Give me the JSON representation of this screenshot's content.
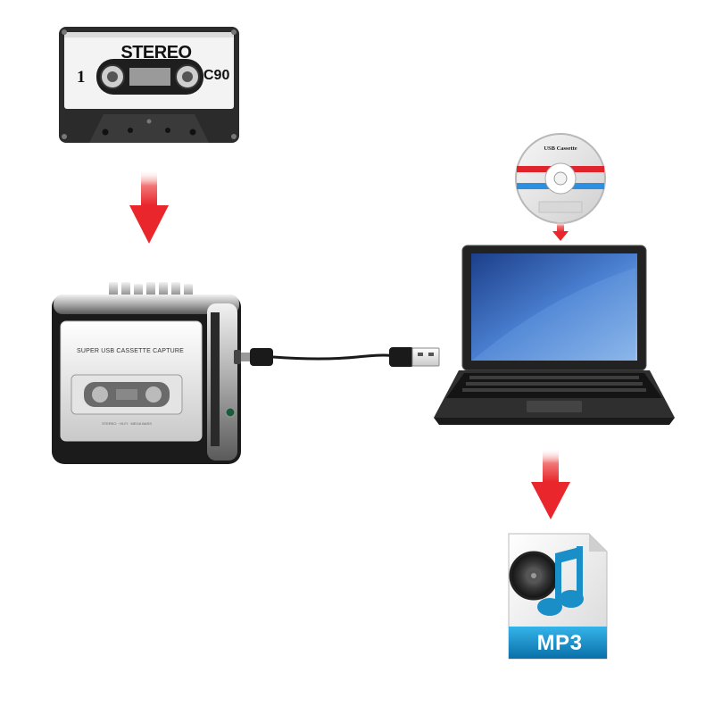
{
  "cassette": {
    "brand_label": "STEREO",
    "side": "1",
    "type": "C90"
  },
  "player": {
    "caption": "SUPER USB CASSETTE CAPTURE"
  },
  "cd": {
    "label": "USB Cassette"
  },
  "output": {
    "format_label": "MP3"
  },
  "colors": {
    "arrow": "#e8262b",
    "laptop_screen": "#4a7fd0",
    "mp3_blue": "#1a8fc7",
    "cable": "#1a1a1a"
  }
}
